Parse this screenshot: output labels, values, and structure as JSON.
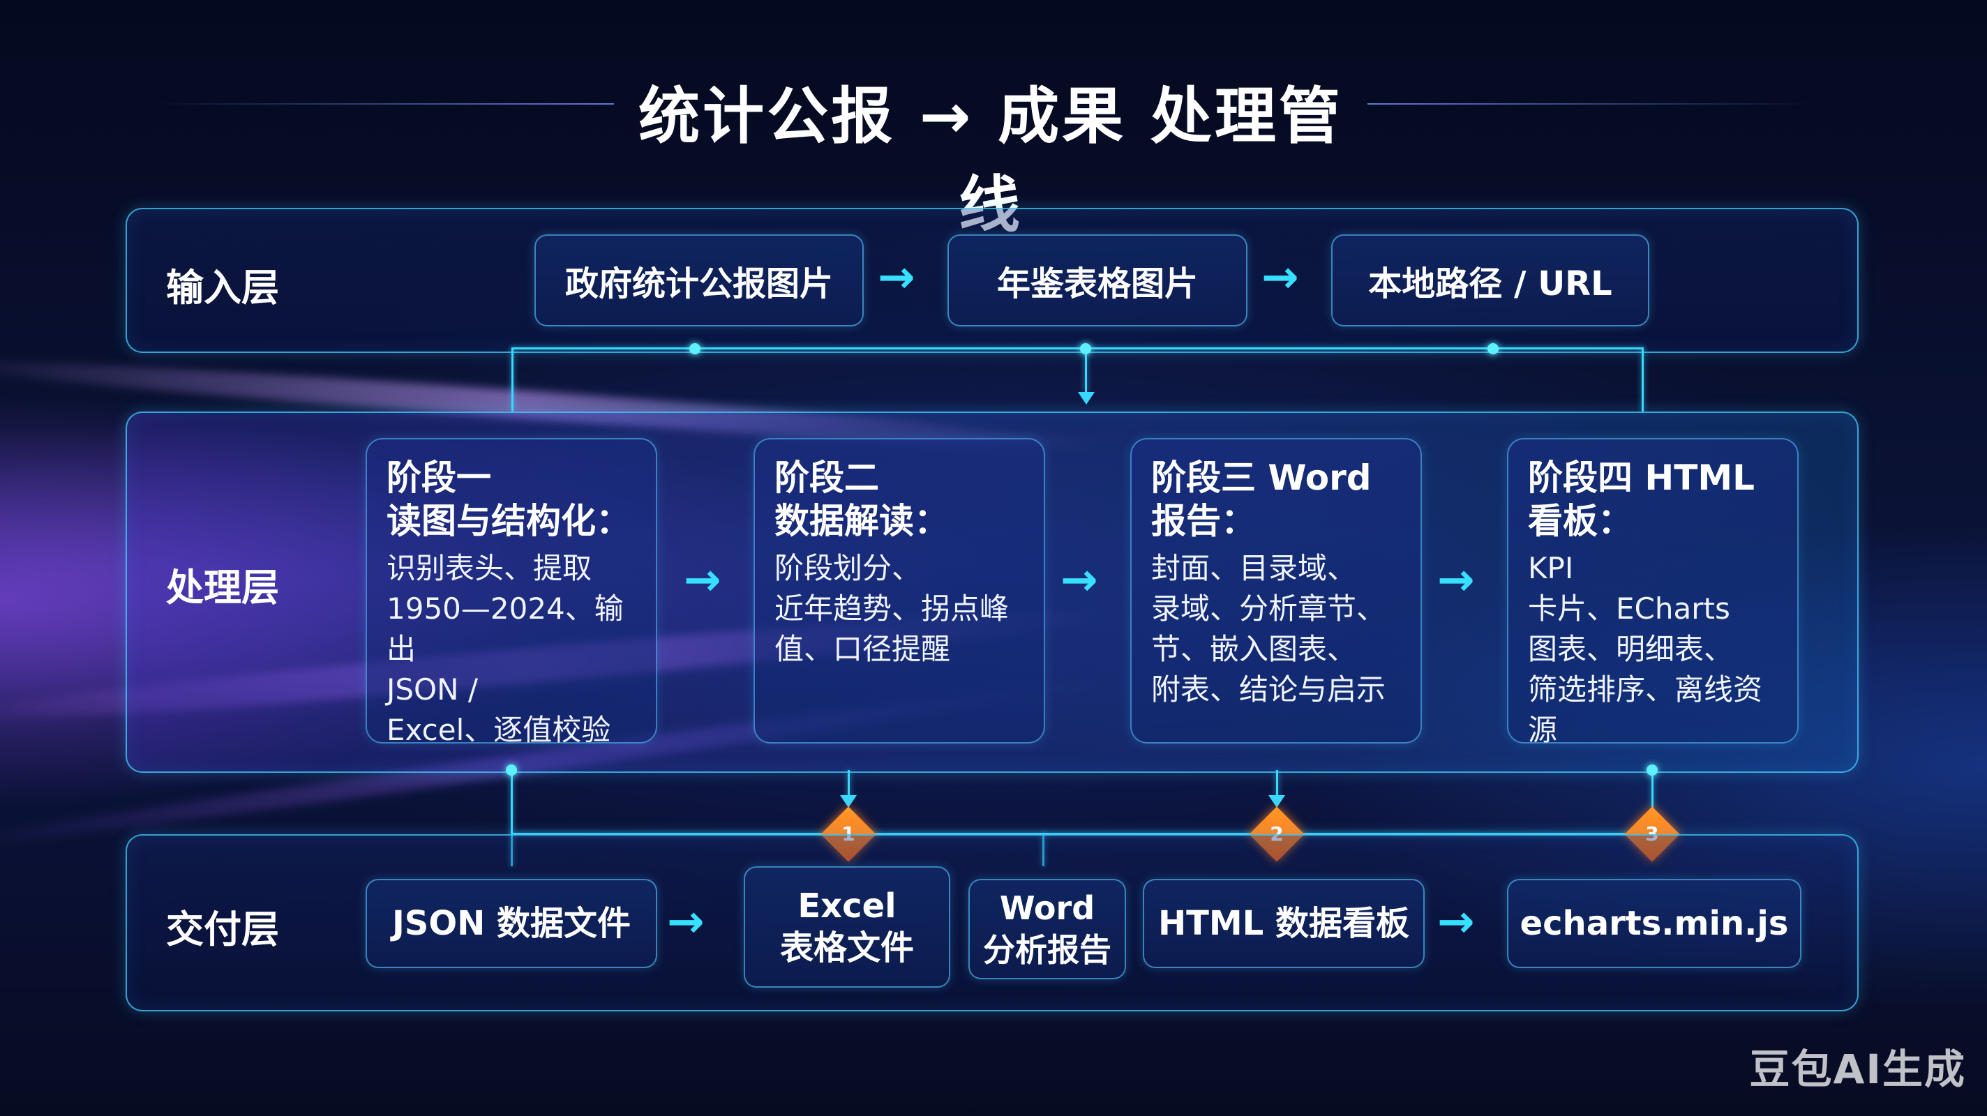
{
  "title": "统计公报 → 成果 处理管线",
  "layers": {
    "input": {
      "label": "输入层",
      "items": [
        "政府统计公报图片",
        "年鉴表格图片",
        "本地路径 / URL"
      ]
    },
    "processing": {
      "label": "处理层",
      "stages": [
        {
          "title": "阶段一\n读图与结构化：",
          "desc": "识别表头、提取\n1950—2024、输出\nJSON /\nExcel、逐值校验"
        },
        {
          "title": "阶段二\n数据解读：",
          "desc": "阶段划分、\n近年趋势、拐点峰\n值、口径提醒"
        },
        {
          "title": "阶段三 Word\n报告：",
          "desc": "封面、目录域、\n录域、分析章节、\n节、嵌入图表、\n附表、结论与启示"
        },
        {
          "title": "阶段四 HTML\n看板：",
          "desc": "KPI\n卡片、ECharts\n图表、明细表、\n筛选排序、离线资源"
        }
      ]
    },
    "output": {
      "label": "交付层",
      "items": [
        "JSON 数据文件",
        "Excel\n表格文件",
        "Word\n分析报告",
        "HTML 数据看板",
        "echarts.min.js"
      ]
    }
  },
  "markers": [
    "1",
    "2",
    "3"
  ],
  "colors": {
    "accent": "#38d8ff",
    "marker": "#ff7a1a"
  },
  "watermark": "豆包AI生成"
}
